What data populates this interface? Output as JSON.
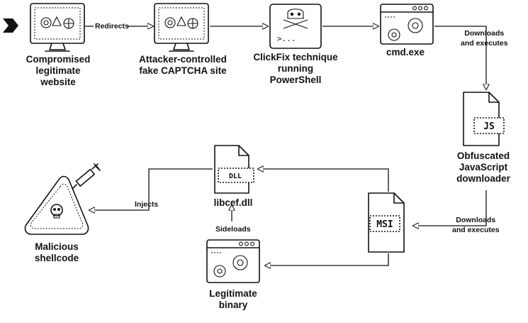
{
  "nodes": {
    "compromised_site": {
      "label_lines": [
        "Compromised",
        "legitimate",
        "website"
      ]
    },
    "fake_captcha": {
      "label_lines": [
        "Attacker-controlled",
        "fake CAPTCHA site"
      ]
    },
    "clickfix": {
      "label_lines": [
        "ClickFix technique",
        "running",
        "PowerShell"
      ],
      "prompt": ">..."
    },
    "cmd": {
      "label_lines": [
        "cmd.exe"
      ]
    },
    "js_downloader": {
      "label_lines": [
        "Obfuscated",
        "JavaScript",
        "downloader"
      ],
      "badge": "JS"
    },
    "msi": {
      "badge": "MSI"
    },
    "libcef": {
      "label_lines": [
        "libcef.dll"
      ],
      "badge": "DLL"
    },
    "legit_binary": {
      "label_lines": [
        "Legitimate",
        "binary"
      ]
    },
    "shellcode": {
      "label_lines": [
        "Malicious",
        "shellcode"
      ]
    }
  },
  "edges": {
    "redirects": "Redirects",
    "downloads1": [
      "Downloads",
      "and executes"
    ],
    "downloads2": [
      "Downloads",
      "and executes"
    ],
    "sideloads": "Sideloads",
    "injects": "Injects"
  }
}
